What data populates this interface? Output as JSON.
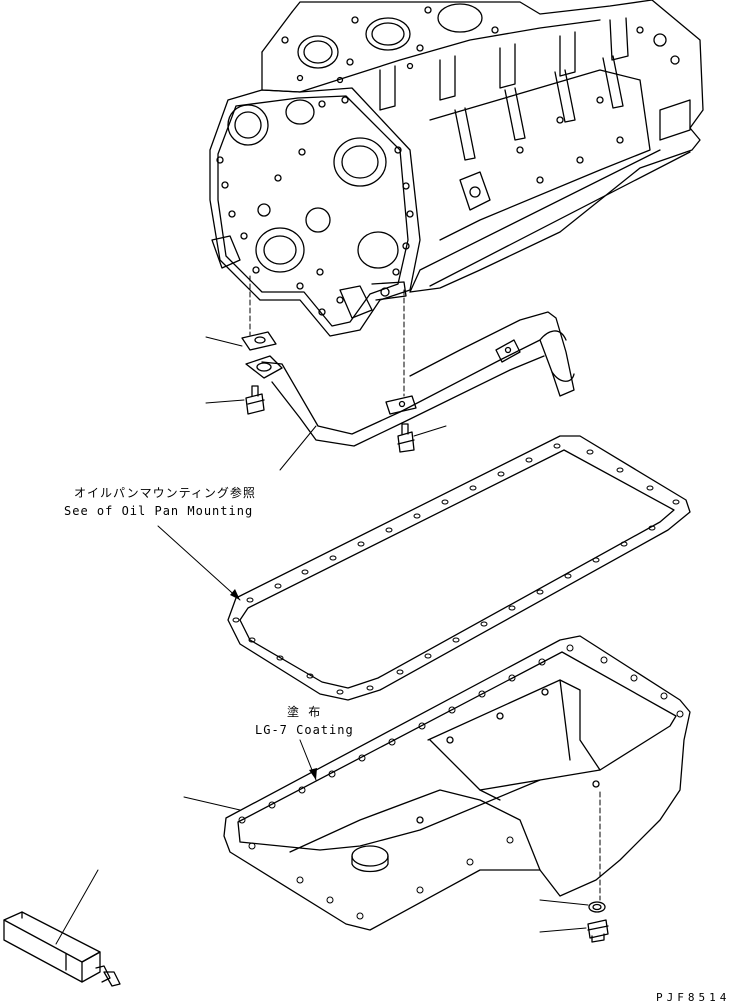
{
  "labels": {
    "oil_pan_mounting_jp": "オイルパンマウンティング参照",
    "oil_pan_mounting_en": "See of Oil Pan Mounting",
    "coating_jp": "塗 布",
    "coating_en": "LG-7 Coating"
  },
  "drawing_code": "PJF8514",
  "colors": {
    "line": "#000000",
    "paper": "#ffffff"
  }
}
